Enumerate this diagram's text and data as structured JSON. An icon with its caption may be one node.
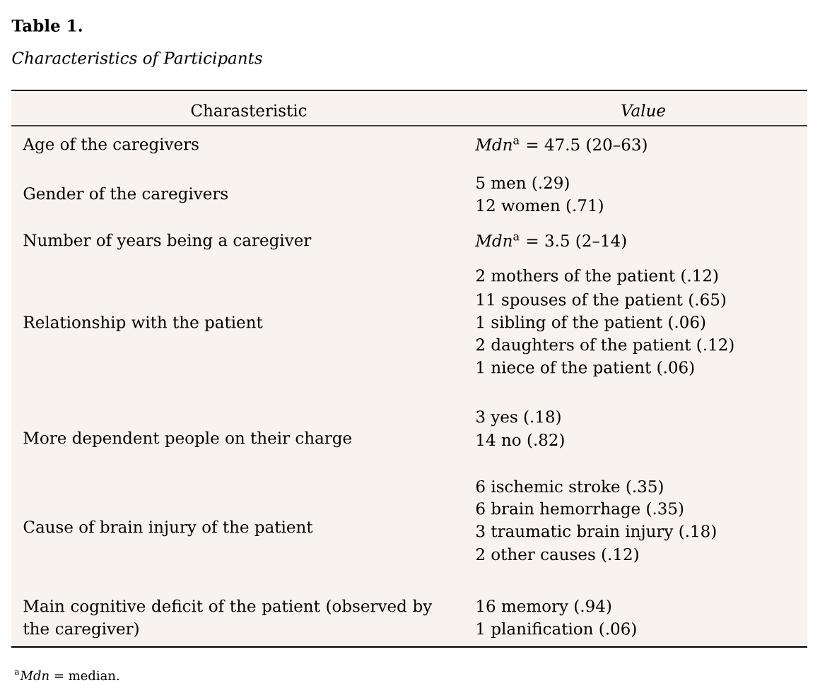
{
  "diagram": {
    "title": "Table 1.",
    "caption": "Characteristics of Participants",
    "labels": [
      "Charasteristic",
      "Value",
      "Age of the caregivers",
      "*Mdn*$^{a}$ = 47.5 (20–63)",
      "Gender of the caregivers",
      "5 men (.29)",
      "12 women (.71)",
      "Number of years being a caregiver",
      "*Mdn*$^{a}$ = 3.5 (2–14)",
      "Relationship with the patient",
      "2 mothers of the patient (.12)",
      "11 spouses of the patient (.65)",
      "1 sibling of the patient (.06)",
      "2 daughters of the patient (.12)",
      "1 niece of the patient (.06)",
      "More dependent people on their charge",
      "3 yes (.18)",
      "14 no (.82)",
      "Cause of brain injury of the patient",
      "6 ischemic stroke (.35)",
      "6 brain hemorrhage (.35)",
      "3 traumatic brain injury (.18)",
      "2 other causes (.12)",
      "Main cognitive deficit of the patient (observed by the caregiver)",
      "16 memory (.94)",
      "1 planification (.06)",
      "$^{a}$*Mdn* = median."
    ]
  }
}
